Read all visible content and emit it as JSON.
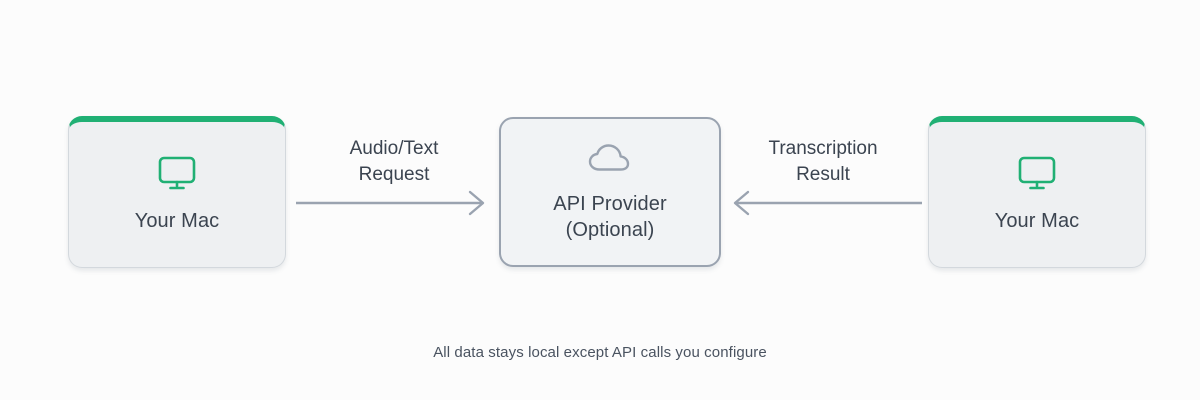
{
  "diagram": {
    "background_color": "#fcfcfc",
    "accent_color": "#20b074",
    "neutral_color": "#9aa3b0",
    "text_color": "#3b4450",
    "caption": "All data stays local except API calls you configure",
    "nodes": [
      {
        "id": "your-mac-left",
        "label": "Your Mac",
        "sublabel": "",
        "icon": "desktop-monitor-icon",
        "icon_color": "#20b074",
        "accent": "top-bar",
        "accent_color": "#20b074"
      },
      {
        "id": "api-provider",
        "label": "API Provider",
        "sublabel": "(Optional)",
        "icon": "cloud-icon",
        "icon_color": "#9aa3b0",
        "accent": "full-border",
        "accent_color": "#9aa3b0"
      },
      {
        "id": "your-mac-right",
        "label": "Your Mac",
        "sublabel": "",
        "icon": "desktop-monitor-icon",
        "icon_color": "#20b074",
        "accent": "top-bar",
        "accent_color": "#20b074"
      }
    ],
    "arrows": [
      {
        "id": "request-arrow",
        "direction": "right",
        "from": "your-mac-left",
        "to": "api-provider",
        "label_line1": "Audio/Text",
        "label_line2": "Request",
        "color": "#9aa3b0"
      },
      {
        "id": "response-arrow",
        "direction": "left",
        "from": "your-mac-right",
        "to": "api-provider",
        "label_line1": "Transcription",
        "label_line2": "Result",
        "color": "#9aa3b0"
      }
    ]
  }
}
